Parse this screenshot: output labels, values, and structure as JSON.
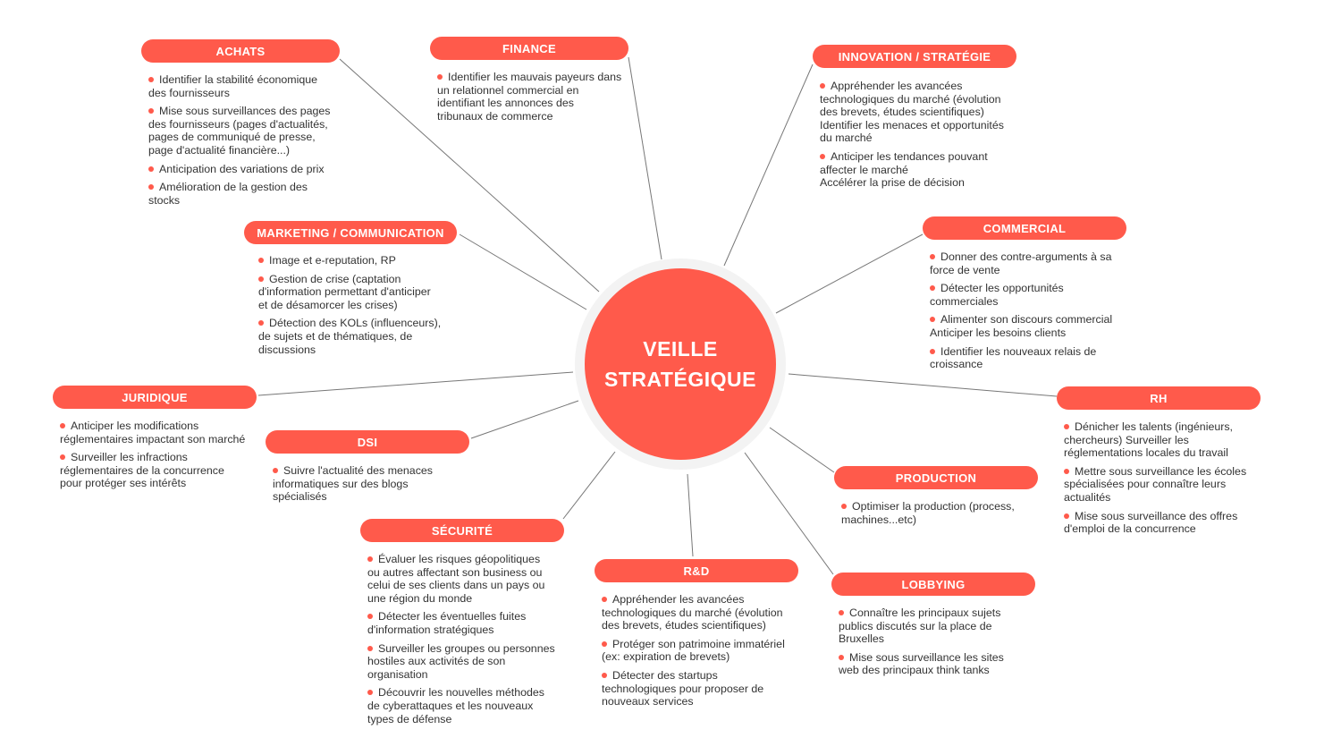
{
  "center": {
    "title": "VEILLE\nSTRATÉGIQUE"
  },
  "colors": {
    "accent": "#ff5a4b",
    "ring": "#f3f3f3",
    "text": "#333333",
    "line": "#777777"
  },
  "nodes": [
    {
      "id": "achats",
      "label": "ACHATS",
      "items": [
        "Identifier la stabilité économique\ndes fournisseurs",
        "Mise sous surveillances des pages\ndes fournisseurs (pages d'actualités,\npages de communiqué de presse,\npage d'actualité financière...)",
        "Anticipation des variations de prix",
        "Amélioration de la gestion des\nstocks"
      ]
    },
    {
      "id": "finance",
      "label": "FINANCE",
      "items": [
        "Identifier les mauvais payeurs dans\nun relationnel commercial en\nidentifiant les annonces des\ntribunaux de commerce"
      ]
    },
    {
      "id": "innovation",
      "label": "INNOVATION / STRATÉGIE",
      "items": [
        "Appréhender les avancées\ntechnologiques du marché (évolution\ndes brevets, études scientifiques)\nIdentifier les menaces et opportunités\ndu marché",
        "Anticiper les tendances pouvant\naffecter le marché\nAccélérer la prise de décision"
      ]
    },
    {
      "id": "marketing",
      "label": "MARKETING / COMMUNICATION",
      "items": [
        "Image et e-reputation, RP",
        "Gestion de crise (captation\nd'information permettant d'anticiper\net de désamorcer les crises)",
        "Détection des KOLs (influenceurs),\nde sujets et de thématiques, de\ndiscussions"
      ]
    },
    {
      "id": "commercial",
      "label": "COMMERCIAL",
      "items": [
        "Donner des contre-arguments à sa\nforce de vente",
        "Détecter les opportunités\ncommerciales",
        "Alimenter son discours commercial\nAnticiper les besoins clients",
        "Identifier les nouveaux relais de\ncroissance"
      ]
    },
    {
      "id": "juridique",
      "label": "JURIDIQUE",
      "items": [
        "Anticiper les modifications\nréglementaires impactant son marché",
        "Surveiller les infractions\nréglementaires de la concurrence\npour protéger ses intérêts"
      ]
    },
    {
      "id": "dsi",
      "label": "DSI",
      "items": [
        "Suivre l'actualité des menaces\ninformatiques sur des blogs\nspécialisés"
      ]
    },
    {
      "id": "rh",
      "label": "RH",
      "items": [
        "Dénicher les talents (ingénieurs,\nchercheurs) Surveiller les\nréglementations locales du travail",
        "Mettre sous surveillance les écoles\nspécialisées pour connaître leurs\nactualités",
        "Mise sous surveillance des offres\nd'emploi de la concurrence"
      ]
    },
    {
      "id": "production",
      "label": "PRODUCTION",
      "items": [
        "Optimiser la production (process,\nmachines...etc)"
      ]
    },
    {
      "id": "securite",
      "label": "SÉCURITÉ",
      "items": [
        "Évaluer les risques géopolitiques\nou autres affectant son business ou\ncelui de ses clients dans un pays ou\nune région du monde",
        "Détecter les éventuelles fuites\nd'information stratégiques",
        "Surveiller les groupes ou personnes\nhostiles aux activités de son\norganisation",
        "Découvrir les nouvelles méthodes\nde cyberattaques et les nouveaux\ntypes de défense"
      ]
    },
    {
      "id": "rd",
      "label": "R&D",
      "items": [
        "Appréhender les avancées\ntechnologiques du marché (évolution\ndes brevets, études scientifiques)",
        "Protéger son patrimoine immatériel\n(ex: expiration de brevets)",
        "Détecter des startups\ntechnologiques pour proposer de\nnouveaux services"
      ]
    },
    {
      "id": "lobbying",
      "label": "LOBBYING",
      "items": [
        "Connaître les principaux sujets\npublics discutés sur la place de\nBruxelles",
        "Mise sous surveillance les sites\nweb des principaux think tanks"
      ]
    }
  ]
}
